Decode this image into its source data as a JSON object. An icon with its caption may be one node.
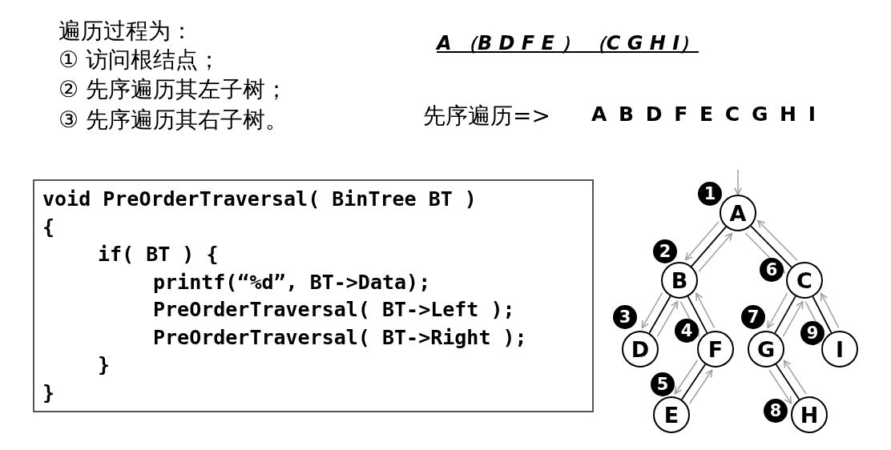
{
  "diagram": {
    "nodes": [
      {
        "text": [
          "void PreOrderTraversal( BinTree BT )",
          "{",
          "if( BT ) {",
          "printf(“%d”, BT->Data);",
          "PreOrderTraversal( BT->Left );",
          "PreOrderTraversal( BT->Right );",
          "}",
          "}"
        ]
      },
      {
        "text": [
          "A"
        ],
        "beside": [
          "1"
        ]
      },
      {
        "text": [
          "B"
        ],
        "beside": [
          "2"
        ]
      },
      {
        "text": [
          "C"
        ],
        "beside": [
          "6"
        ]
      },
      {
        "text": [
          "D"
        ],
        "beside": [
          "3"
        ]
      },
      {
        "text": [
          "F"
        ],
        "beside": [
          "4"
        ]
      },
      {
        "text": [
          "G"
        ],
        "beside": [
          "7"
        ]
      },
      {
        "text": [
          "I"
        ],
        "beside": [
          "9"
        ]
      },
      {
        "text": [
          "E"
        ],
        "beside": [
          "5"
        ]
      },
      {
        "text": [
          "H"
        ],
        "beside": [
          "8"
        ]
      }
    ],
    "edges": [
      {
        "from": 1,
        "to": 2,
        "arrow": "none",
        "color": "#000000"
      },
      {
        "from": 1,
        "to": 3,
        "arrow": "none",
        "color": "#000000"
      },
      {
        "from": 2,
        "to": 4,
        "arrow": "none",
        "color": "#000000"
      },
      {
        "from": 2,
        "to": 5,
        "arrow": "none",
        "color": "#000000"
      },
      {
        "from": 5,
        "to": 8,
        "arrow": "none",
        "color": "#000000"
      },
      {
        "from": 3,
        "to": 6,
        "arrow": "none",
        "color": "#000000"
      },
      {
        "from": 3,
        "to": 7,
        "arrow": "none",
        "color": "#000000"
      },
      {
        "from": 6,
        "to": 9,
        "arrow": "none",
        "color": "#000000"
      },
      {
        "from": null,
        "to": 1,
        "arrow": "to"
      },
      {
        "from": 1,
        "to": 2,
        "arrow": "to"
      },
      {
        "from": 2,
        "to": 4,
        "arrow": "to"
      },
      {
        "from": 4,
        "to": 2,
        "arrow": "to"
      },
      {
        "from": 2,
        "to": 5,
        "arrow": "to"
      },
      {
        "from": 5,
        "to": 8,
        "arrow": "to"
      },
      {
        "from": 8,
        "to": 5,
        "arrow": "to"
      },
      {
        "from": 5,
        "to": 2,
        "arrow": "to"
      },
      {
        "from": 2,
        "to": 1,
        "arrow": "to"
      },
      {
        "from": 1,
        "to": 3,
        "arrow": "to"
      },
      {
        "from": 3,
        "to": 6,
        "arrow": "to"
      },
      {
        "from": 6,
        "to": 9,
        "arrow": "to"
      },
      {
        "from": 9,
        "to": 6,
        "arrow": "to"
      },
      {
        "from": 6,
        "to": 3,
        "arrow": "to"
      },
      {
        "from": 3,
        "to": 7,
        "arrow": "to"
      },
      {
        "from": 7,
        "to": 3,
        "arrow": "to"
      },
      {
        "from": 3,
        "to": 1,
        "arrow": "to"
      }
    ],
    "labels": [
      "遍历过程为：",
      "① 访问根结点；",
      "② 先序遍历其左子树；",
      "③ 先序遍历其右子树。",
      "A （B D F E ） （C G H I）",
      "先序遍历=>",
      "A B D F E C G H I"
    ]
  }
}
